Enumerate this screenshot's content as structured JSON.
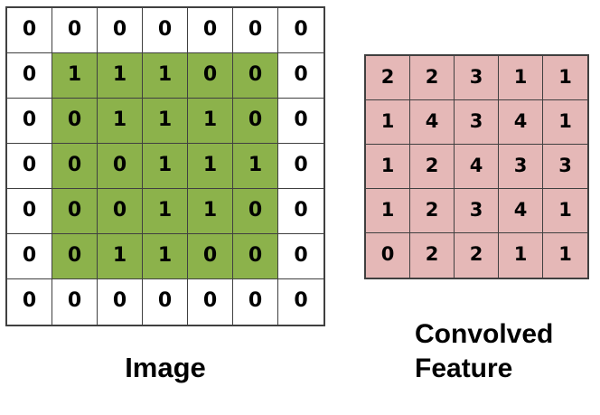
{
  "figure": {
    "image_grid": {
      "label": "Image",
      "rows": [
        [
          0,
          0,
          0,
          0,
          0,
          0,
          0
        ],
        [
          0,
          1,
          1,
          1,
          0,
          0,
          0
        ],
        [
          0,
          0,
          1,
          1,
          1,
          0,
          0
        ],
        [
          0,
          0,
          0,
          1,
          1,
          1,
          0
        ],
        [
          0,
          0,
          0,
          1,
          1,
          0,
          0
        ],
        [
          0,
          0,
          1,
          1,
          0,
          0,
          0
        ],
        [
          0,
          0,
          0,
          0,
          0,
          0,
          0
        ]
      ],
      "highlight": {
        "row_start": 1,
        "row_end": 5,
        "col_start": 1,
        "col_end": 5
      },
      "highlight_color": "#8CB24B",
      "cell_color": "#FFFFFF"
    },
    "convolved_grid": {
      "label": "Convolved\nFeature",
      "rows": [
        [
          2,
          2,
          3,
          1,
          1
        ],
        [
          1,
          4,
          3,
          4,
          1
        ],
        [
          1,
          2,
          4,
          3,
          3
        ],
        [
          1,
          2,
          3,
          4,
          1
        ],
        [
          0,
          2,
          2,
          1,
          1
        ]
      ],
      "highlight": null,
      "highlight_color": null,
      "cell_color": "#E5B8B7"
    }
  },
  "colors": {
    "grid_line": "#404040",
    "digit_text": "#000000",
    "background": "#FFFFFF",
    "highlight_green": "#8CB24B",
    "convolved_pink": "#E5B8B7"
  }
}
